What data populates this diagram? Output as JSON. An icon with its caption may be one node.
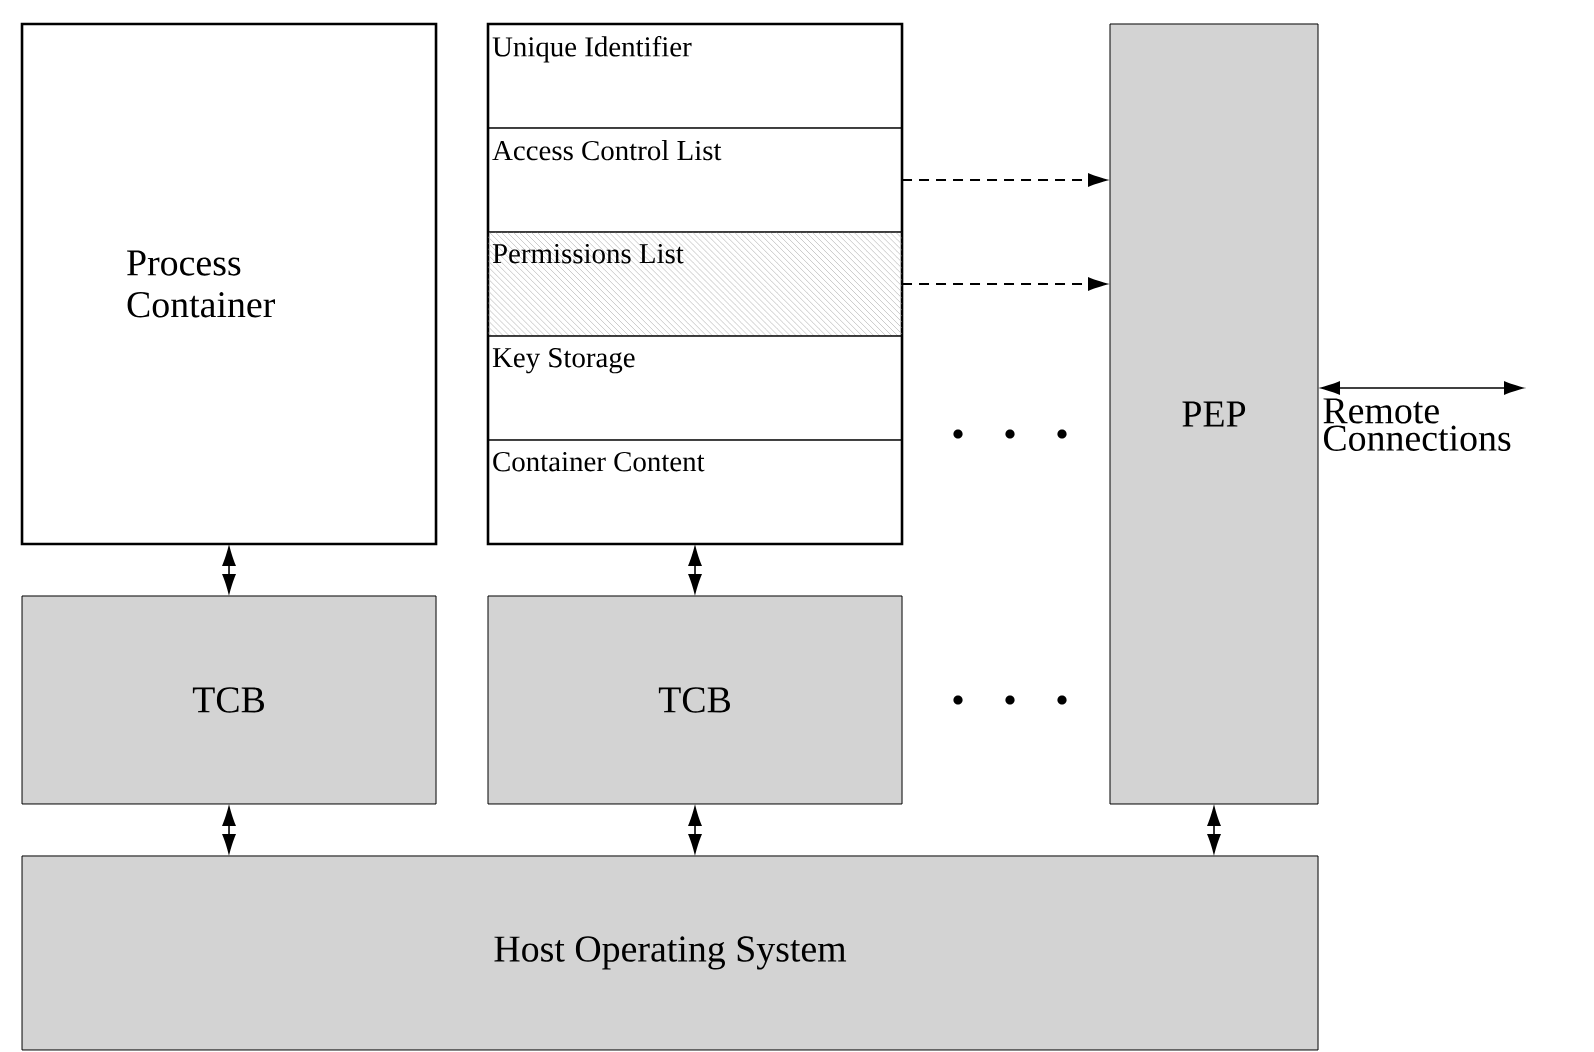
{
  "diagram": {
    "nodes": [
      {
        "text": [
          "Process Container"
        ]
      },
      {
        "text": [],
        "shape": "box"
      },
      {
        "text": [
          "Unique Identifier"
        ],
        "in": 1
      },
      {
        "text": [
          "Access Control List"
        ],
        "in": 1
      },
      {
        "text": [
          "Permissions List"
        ],
        "in": 1
      },
      {
        "text": [
          "Key Storage"
        ],
        "in": 1
      },
      {
        "text": [
          "Container Content"
        ],
        "in": 1
      },
      {
        "text": [
          "TCB"
        ]
      },
      {
        "text": [
          "TCB"
        ]
      },
      {
        "text": [
          "PEP"
        ]
      },
      {
        "text": [
          "Host Operating System"
        ]
      }
    ],
    "edges": [
      {
        "from": 0,
        "to": 7,
        "arrow": "both"
      },
      {
        "from": 1,
        "to": 8,
        "arrow": "both"
      },
      {
        "from": 3,
        "to": 9,
        "arrow": "to",
        "style": "dashed"
      },
      {
        "from": 4,
        "to": 9,
        "arrow": "to",
        "style": "dashed"
      },
      {
        "from": 9,
        "to": null,
        "arrow": "both",
        "label": "Remote Connections"
      },
      {
        "from": 7,
        "to": 10,
        "arrow": "both"
      },
      {
        "from": 8,
        "to": 10,
        "arrow": "both"
      },
      {
        "from": 9,
        "to": 10,
        "arrow": "both"
      }
    ]
  }
}
